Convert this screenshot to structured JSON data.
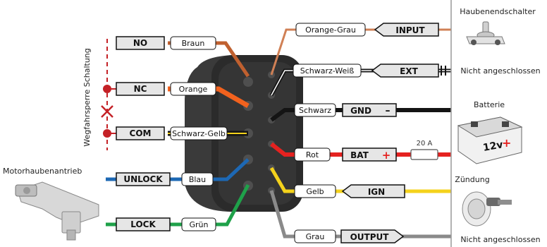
{
  "left_section_label": "Wegfahrsperre Schaltung",
  "relay_terms": [
    {
      "code": "NO",
      "wire": "Braun"
    },
    {
      "code": "NC",
      "wire": "Orange"
    },
    {
      "code": "COM",
      "wire": "Schwarz-Gelb"
    }
  ],
  "actuator": {
    "label": "Motorhaubenantrieb",
    "terms": [
      {
        "code": "UNLOCK",
        "wire": "Blau"
      },
      {
        "code": "LOCK",
        "wire": "Grün"
      }
    ]
  },
  "right_terms": [
    {
      "code": "INPUT",
      "wire": "Orange-Grau"
    },
    {
      "code": "EXT",
      "wire": "Schwarz-Weiß"
    },
    {
      "code": "GND",
      "wire": "Schwarz",
      "sign": "–"
    },
    {
      "code": "BAT",
      "wire": "Rot",
      "sign": "+"
    },
    {
      "code": "IGN",
      "wire": "Gelb"
    },
    {
      "code": "OUTPUT",
      "wire": "Grau"
    }
  ],
  "fuse_label": "20 A",
  "devices": {
    "hood_switch": "Haubenendschalter",
    "ext_note": "Nicht angeschlossen",
    "battery": "Batterie",
    "battery_text": "12v",
    "battery_plus": "+",
    "ignition": "Zündung",
    "output_note": "Nicht angeschlossen"
  },
  "colors": {
    "brown": "#c0602f",
    "orange": "#f2621e",
    "black": "#141414",
    "yellow": "#f4d21c",
    "blue": "#1d68b4",
    "green": "#1fa14a",
    "grey": "#8a8a8a",
    "red": "#e52220",
    "orange_grey": "#d08055",
    "dashed_red": "#c42126"
  }
}
